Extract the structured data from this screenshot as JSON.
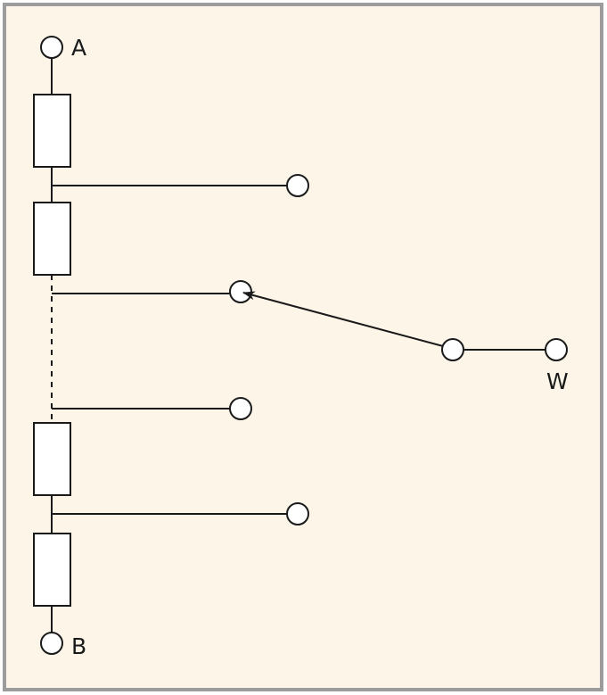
{
  "diagram": {
    "background_color": "#fdf6e8",
    "border_color": "#9c9c9c",
    "stroke_color": "#1a1a1a",
    "terminals": {
      "a_label": "A",
      "b_label": "B",
      "w_label": "W"
    }
  }
}
